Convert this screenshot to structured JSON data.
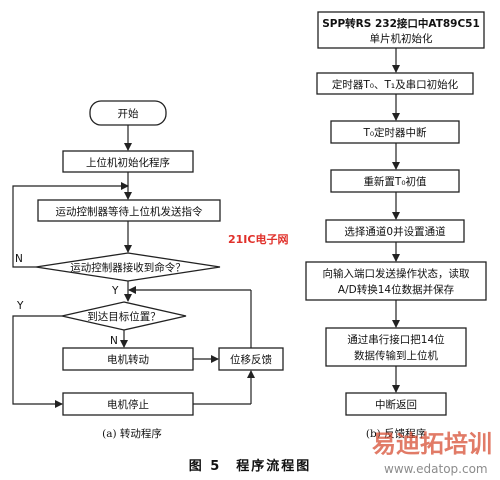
{
  "left": {
    "start": "开始",
    "init": "上位机初始化程序",
    "wait": "运动控制器等待上位机发送指令",
    "received": "运动控制器接收到命令？",
    "reached": "到达目标位置？",
    "motor_run": "电机转动",
    "feedback": "位移反馈",
    "motor_stop": "电机停止",
    "caption": "(a) 转动程序",
    "labels": {
      "n1": "N",
      "y1": "Y",
      "y2": "Y",
      "n2": "N"
    }
  },
  "right": {
    "init_line1": "SPP转RS 232接口中AT89C51",
    "init_line2": "单片机初始化",
    "timer_init": "定时器T₀、T₁及串口初始化",
    "timer_int": "T₀定时器中断",
    "reset": "重新置T₀初值",
    "select": "选择通道0并设置通道",
    "send_line1": "向输入端口发送操作状态，读取",
    "send_line2": "A/D转换14位数据并保存",
    "transfer_line1": "通过串行接口把14位",
    "transfer_line2": "数据传输到上位机",
    "return": "中断返回",
    "caption": "(b) 反馈程序"
  },
  "figure_title": "图 5　程序流程图",
  "watermarks": {
    "logo": "21IC电子网",
    "brand": "易迪拓培训",
    "url": "www.edatop.com"
  }
}
